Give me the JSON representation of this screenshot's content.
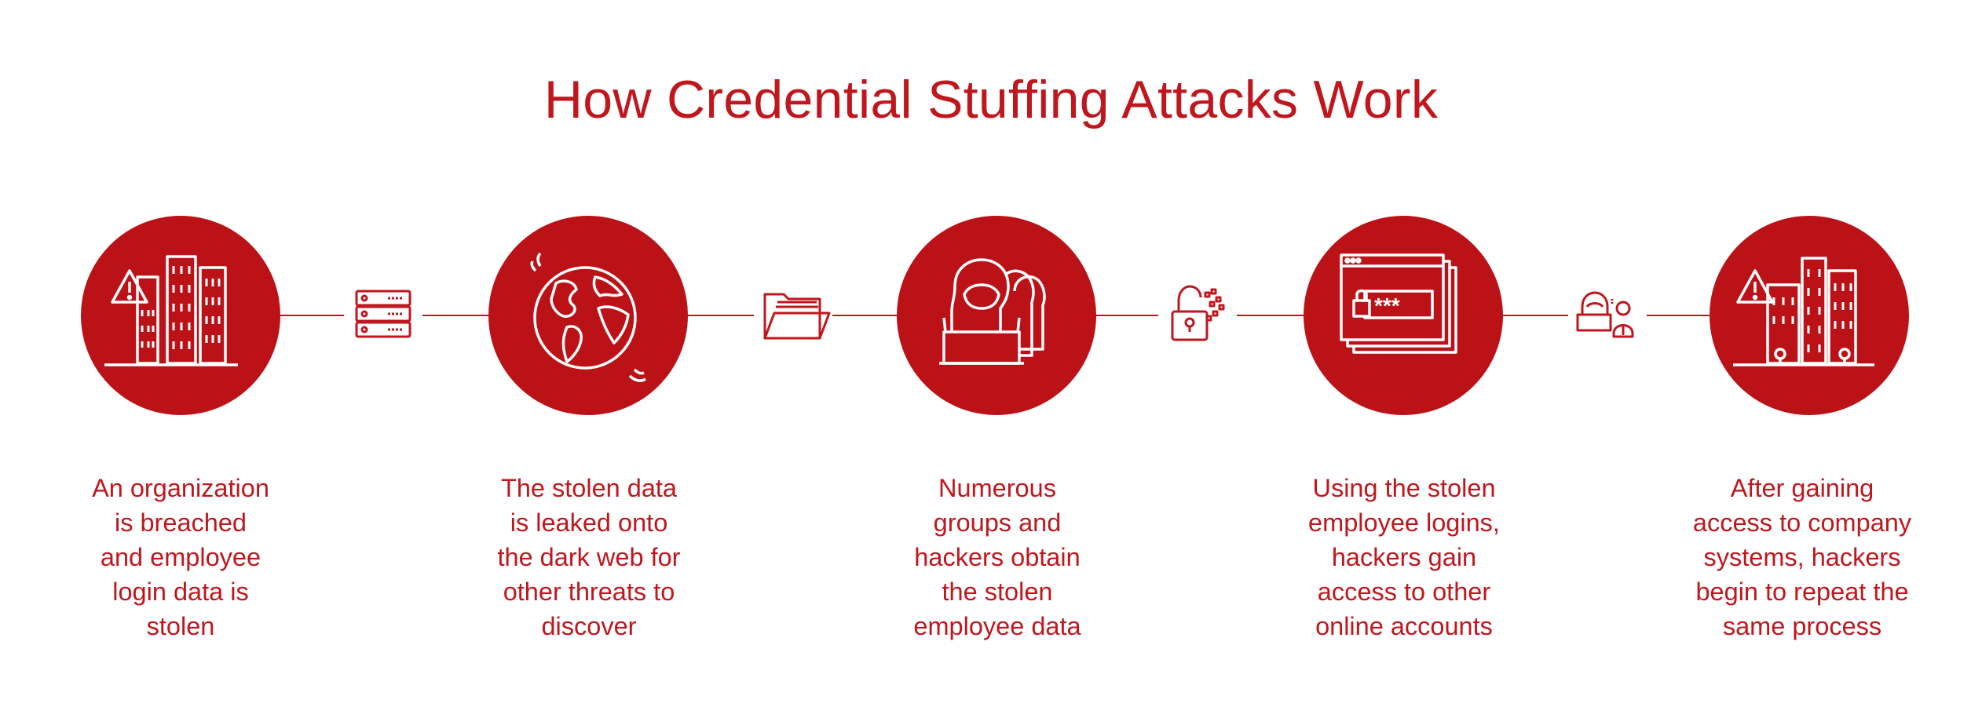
{
  "title": "How Credential Stuffing Attacks Work",
  "colors": {
    "accent": "#c0161d",
    "circle": "#bb1218",
    "background": "#ffffff"
  },
  "steps": [
    {
      "icon": "building-breach-icon",
      "lines": [
        "An organization",
        "is breached",
        "and employee",
        "login data is",
        "stolen"
      ]
    },
    {
      "icon": "globe-icon",
      "lines": [
        "The stolen data",
        "is leaked onto",
        "the dark web for",
        "other threats to",
        "discover"
      ]
    },
    {
      "icon": "hacker-group-icon",
      "lines": [
        "Numerous",
        "groups and",
        "hackers obtain",
        "the stolen",
        "employee data"
      ]
    },
    {
      "icon": "password-window-icon",
      "lines": [
        "Using the stolen",
        "employee logins,",
        "hackers gain",
        "access to other",
        "online accounts"
      ]
    },
    {
      "icon": "building-breach-icon",
      "lines": [
        "After gaining",
        "access to company",
        "systems, hackers",
        "begin to repeat the",
        "same process"
      ]
    }
  ],
  "connector_icons": [
    "server-icon",
    "folder-icon",
    "padlock-icon",
    "hacker-user-icon"
  ]
}
